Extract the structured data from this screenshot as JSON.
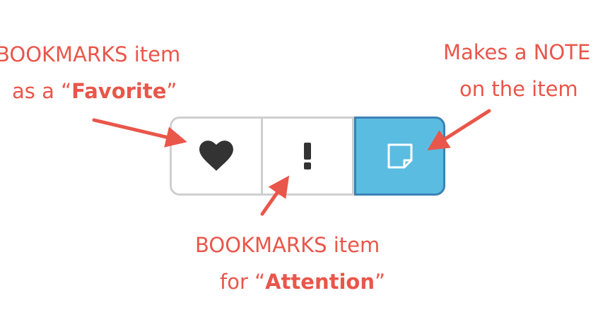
{
  "annotations": {
    "favorite": {
      "line1": "BOOKMARKS item",
      "line2_prefix": "as a “",
      "line2_bold": "Favorite",
      "line2_suffix": "”"
    },
    "note": {
      "line1": "Makes a NOTE",
      "line2": "on the item"
    },
    "attention": {
      "line1": "BOOKMARKS item",
      "line2_prefix": "for “",
      "line2_bold": "Attention",
      "line2_suffix": "”"
    }
  },
  "buttons": [
    {
      "id": "favorite",
      "icon": "heart-icon",
      "active": false
    },
    {
      "id": "attention",
      "icon": "exclamation-icon",
      "active": false
    },
    {
      "id": "note",
      "icon": "sticky-note-icon",
      "active": true
    }
  ],
  "colors": {
    "annotation_red": "#e9564a",
    "active_blue": "#5bbce2",
    "active_border": "#3b82b5",
    "border_gray": "#cfcfcf",
    "icon_dark": "#333333"
  }
}
